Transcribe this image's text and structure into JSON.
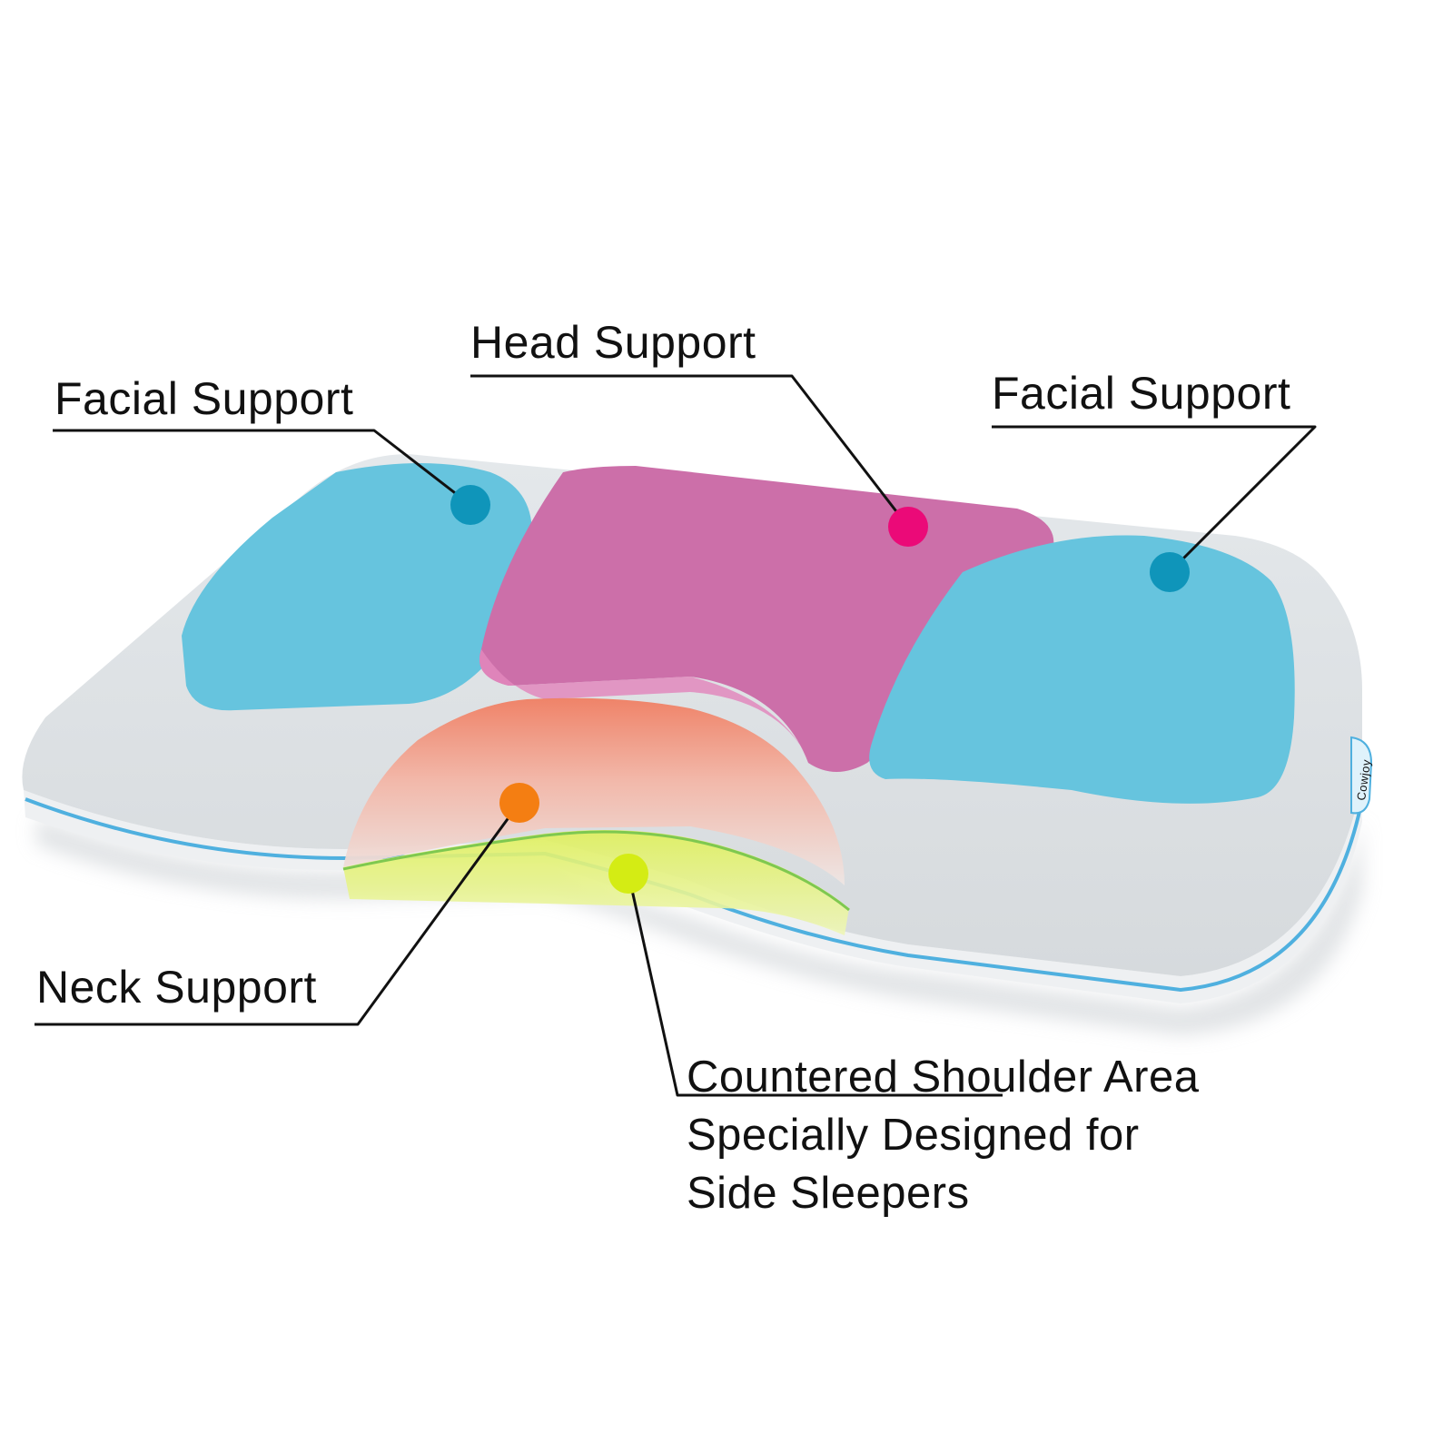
{
  "callouts": {
    "facial_left": "Facial Support",
    "head": "Head Support",
    "facial_right": "Facial Support",
    "neck": "Neck Support",
    "shoulder_line1": "Countered Shoulder Area",
    "shoulder_line2": "Specially Designed for",
    "shoulder_line3": "Side Sleepers"
  },
  "brand_tag": "Cowjoy",
  "colors": {
    "facial_zone": "#66c4de",
    "head_zone": "#cc6fa9",
    "neck_zone_top": "#f07e62",
    "shoulder_zone": "#e6f06e",
    "pillow_body": "#dde1e4",
    "piping": "#4fb0df",
    "dot_facial": "#0f95ba",
    "dot_head": "#eb0a78",
    "dot_neck": "#f47e12",
    "dot_shoulder": "#d4ec14"
  }
}
